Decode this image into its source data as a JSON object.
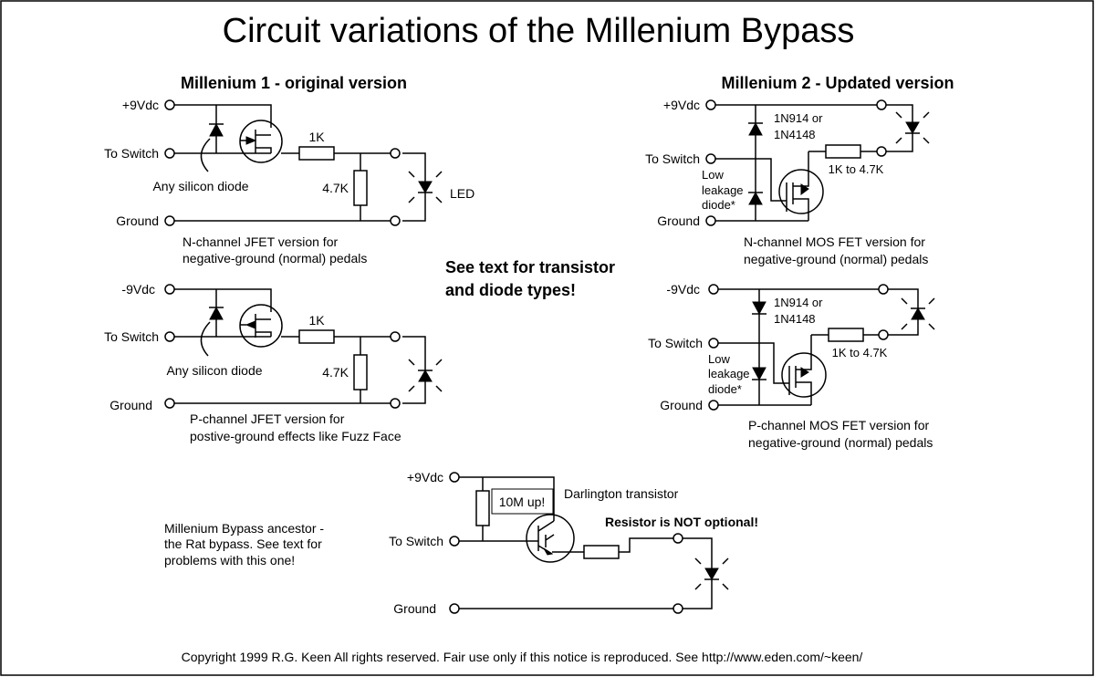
{
  "title": "Circuit variations of the Millenium Bypass",
  "headings": {
    "m1": "Millenium 1 - original version",
    "m2": "Millenium 2 - Updated version"
  },
  "note": {
    "line1": "See text for transistor",
    "line2": "and diode  types!"
  },
  "terminals": {
    "pos9": "+9Vdc",
    "neg9": "-9Vdc",
    "switch": "To Switch",
    "ground": "Ground"
  },
  "parts": {
    "r1k": "1K",
    "r47k": "4.7K",
    "led": "LED",
    "any_diode": "Any silicon diode",
    "diode_type1": "1N914 or",
    "diode_type2": "1N4148",
    "low1": "Low",
    "low2": "leakage",
    "low3": "diode*",
    "r_range": "1K to 4.7K",
    "r10m": "10M up!",
    "darlington": "Darlington transistor",
    "not_optional": "Resistor is NOT optional!"
  },
  "captions": {
    "njfet1": "N-channel JFET version for",
    "njfet2": "negative-ground (normal) pedals",
    "pjfet1": "P-channel JFET version for",
    "pjfet2": "postive-ground effects like Fuzz Face",
    "nmos1": "N-channel MOS  FET version for",
    "nmos2": "negative-ground (normal) pedals",
    "pmos1": "P-channel MOS  FET version for",
    "pmos2": "negative-ground (normal) pedals",
    "anc1": "Millenium Bypass ancestor -",
    "anc2": "the Rat bypass. See text for",
    "anc3": "problems with this one!"
  },
  "copyright": "Copyright 1999 R.G. Keen All rights reserved. Fair use only if this notice is reproduced. See http://www.eden.com/~keen/"
}
